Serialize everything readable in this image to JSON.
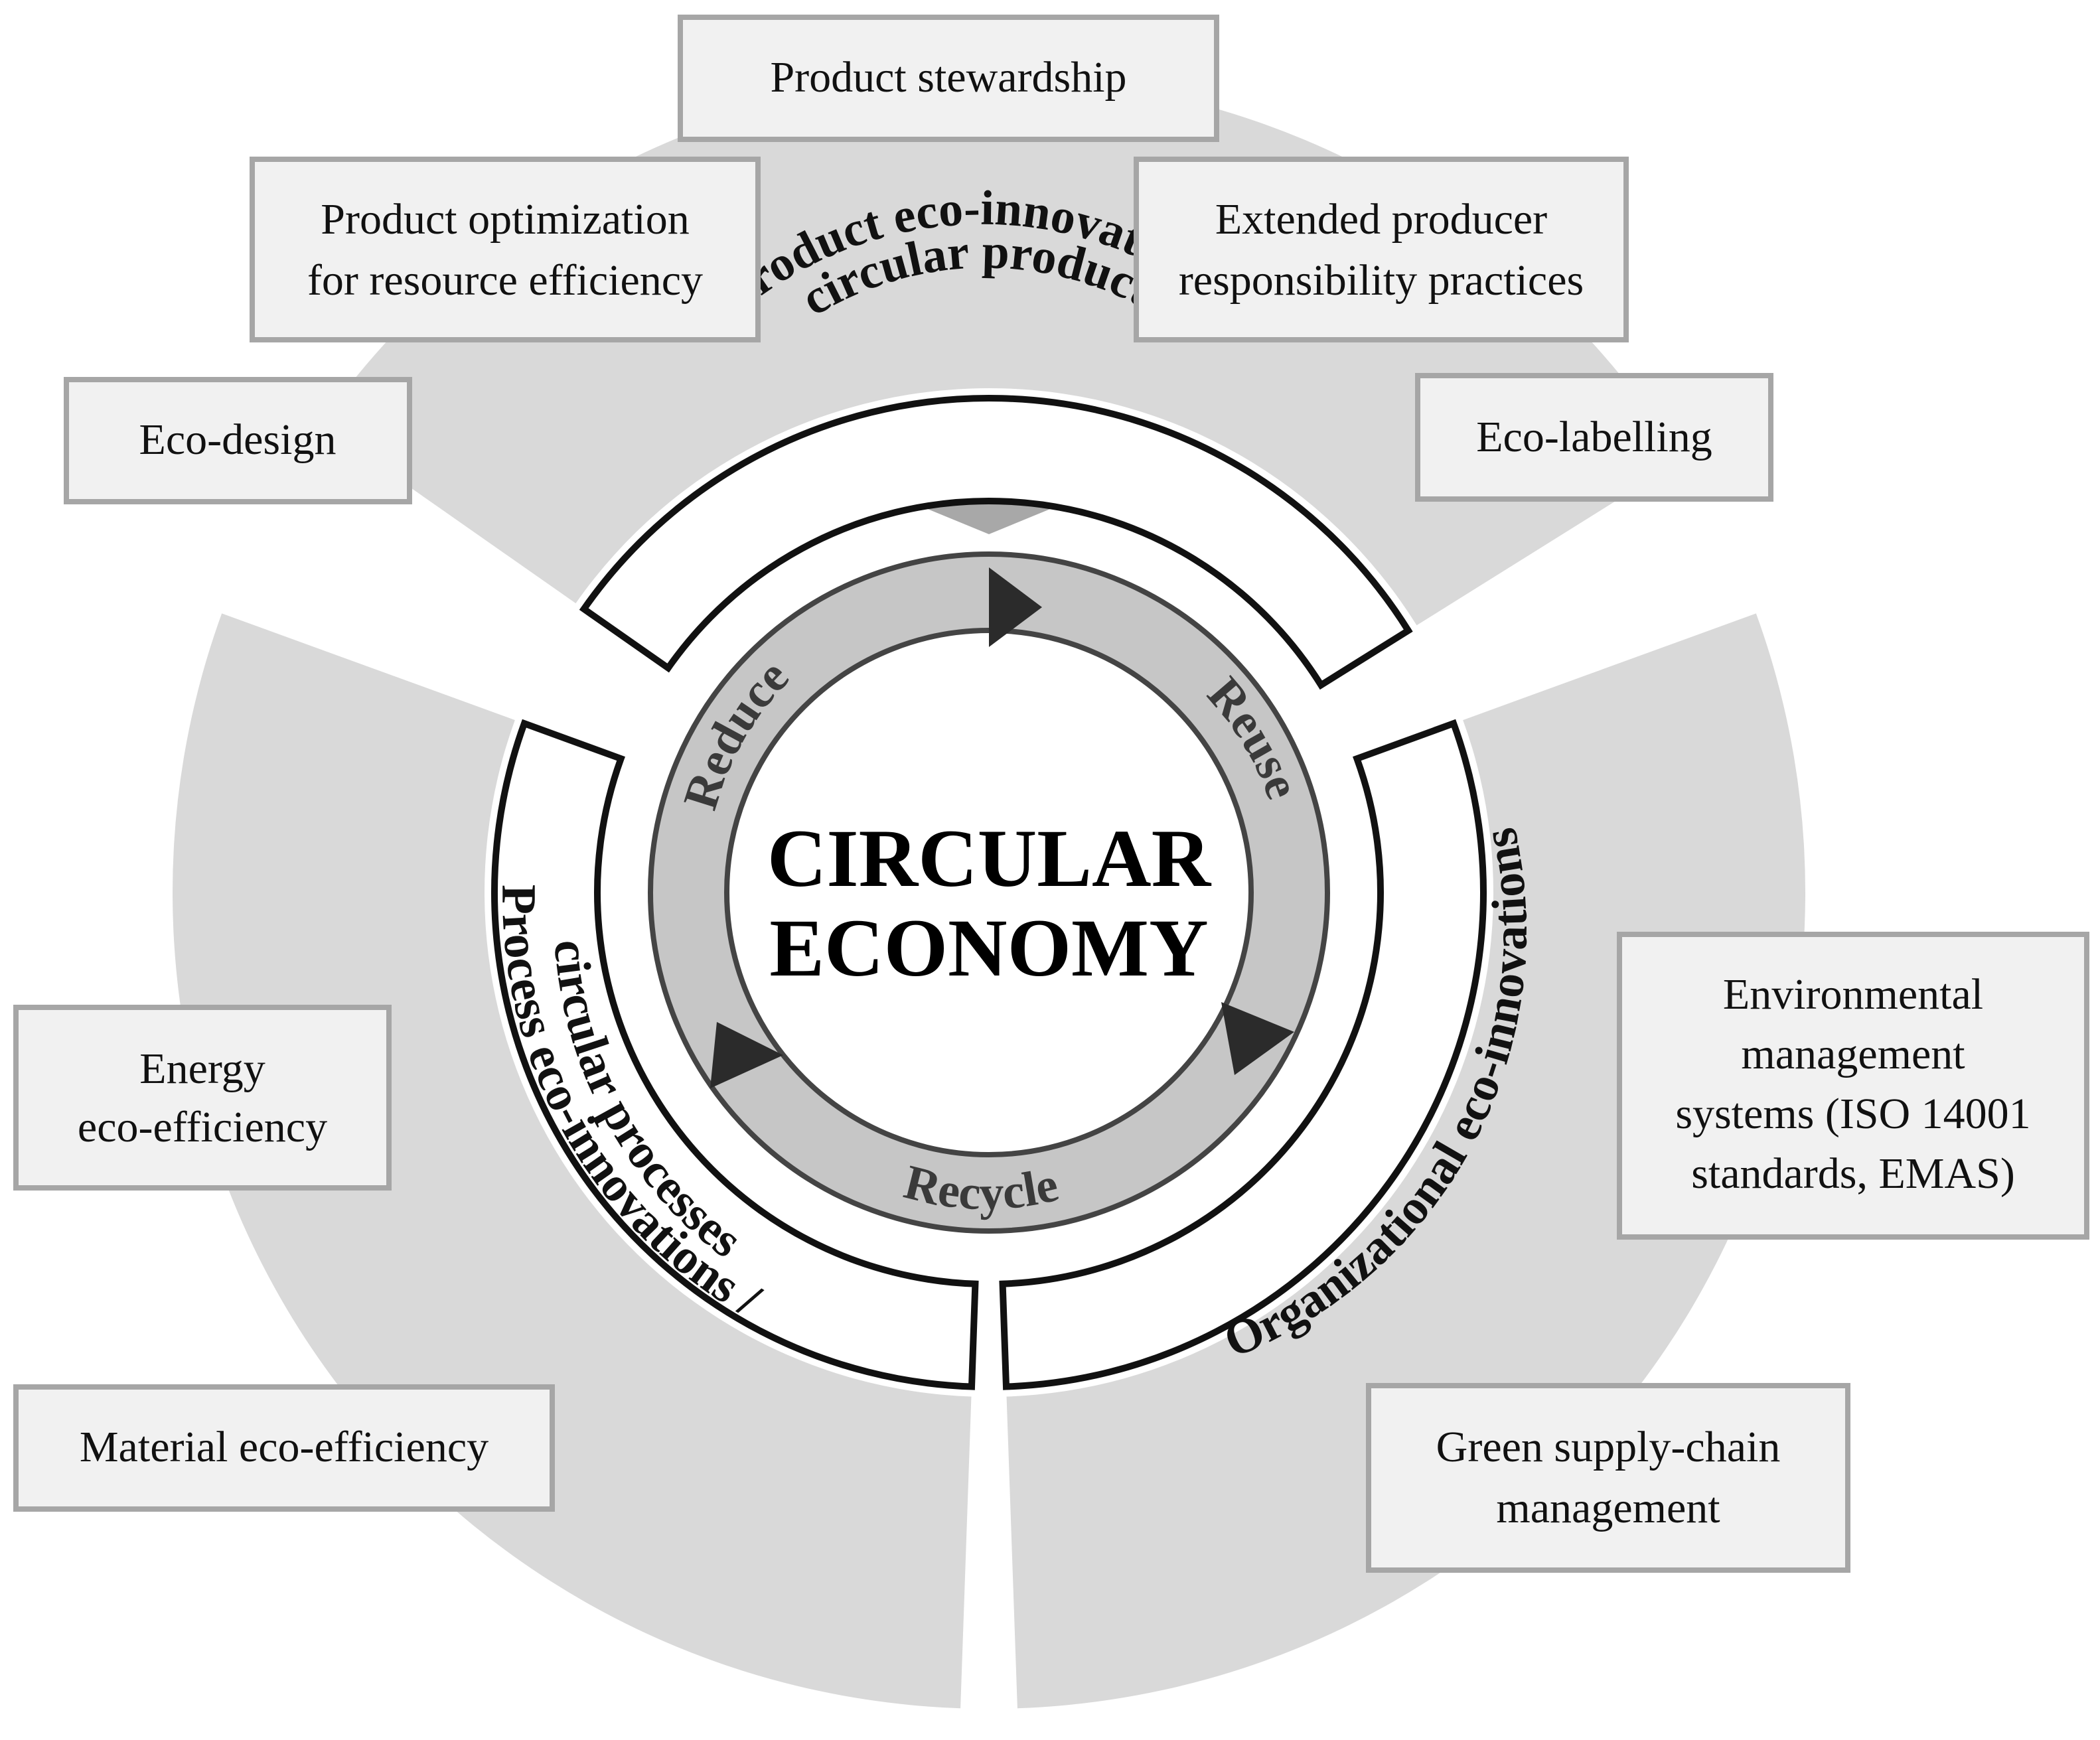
{
  "center": {
    "line1": "CIRCULAR",
    "line2": "ECONOMY"
  },
  "cycle": {
    "reduce": "Reduce",
    "reuse": "Reuse",
    "recycle": "Recycle"
  },
  "segments": {
    "product": {
      "line1": "Product eco-innovations /",
      "line2": "circular products"
    },
    "process": {
      "line1": "Process eco-innovations /",
      "line2": "circular processes"
    },
    "organizational": {
      "line1": "Organizational eco-innovations"
    }
  },
  "boxes": {
    "product_stewardship": [
      "Product stewardship"
    ],
    "product_optimization": [
      "Product optimization",
      "for resource efficiency"
    ],
    "extended_producer": [
      "Extended producer",
      "responsibility practices"
    ],
    "eco_design": [
      "Eco-design"
    ],
    "eco_labelling": [
      "Eco-labelling"
    ],
    "energy": [
      "Energy",
      "eco-efficiency"
    ],
    "material": [
      "Material eco-efficiency"
    ],
    "environmental": [
      "Environmental",
      "management",
      "systems (ISO 14001",
      "standards, EMAS)"
    ],
    "green_supply": [
      "Green supply-chain",
      "management"
    ]
  },
  "colors": {
    "outer_sector": "#d9d9d9",
    "inner_ring": "#c6c6c6",
    "box_fill": "#f1f1f1",
    "box_border": "#a6a6a6",
    "connector": "#a8a8a8",
    "arrow": "#2b2b2b"
  }
}
